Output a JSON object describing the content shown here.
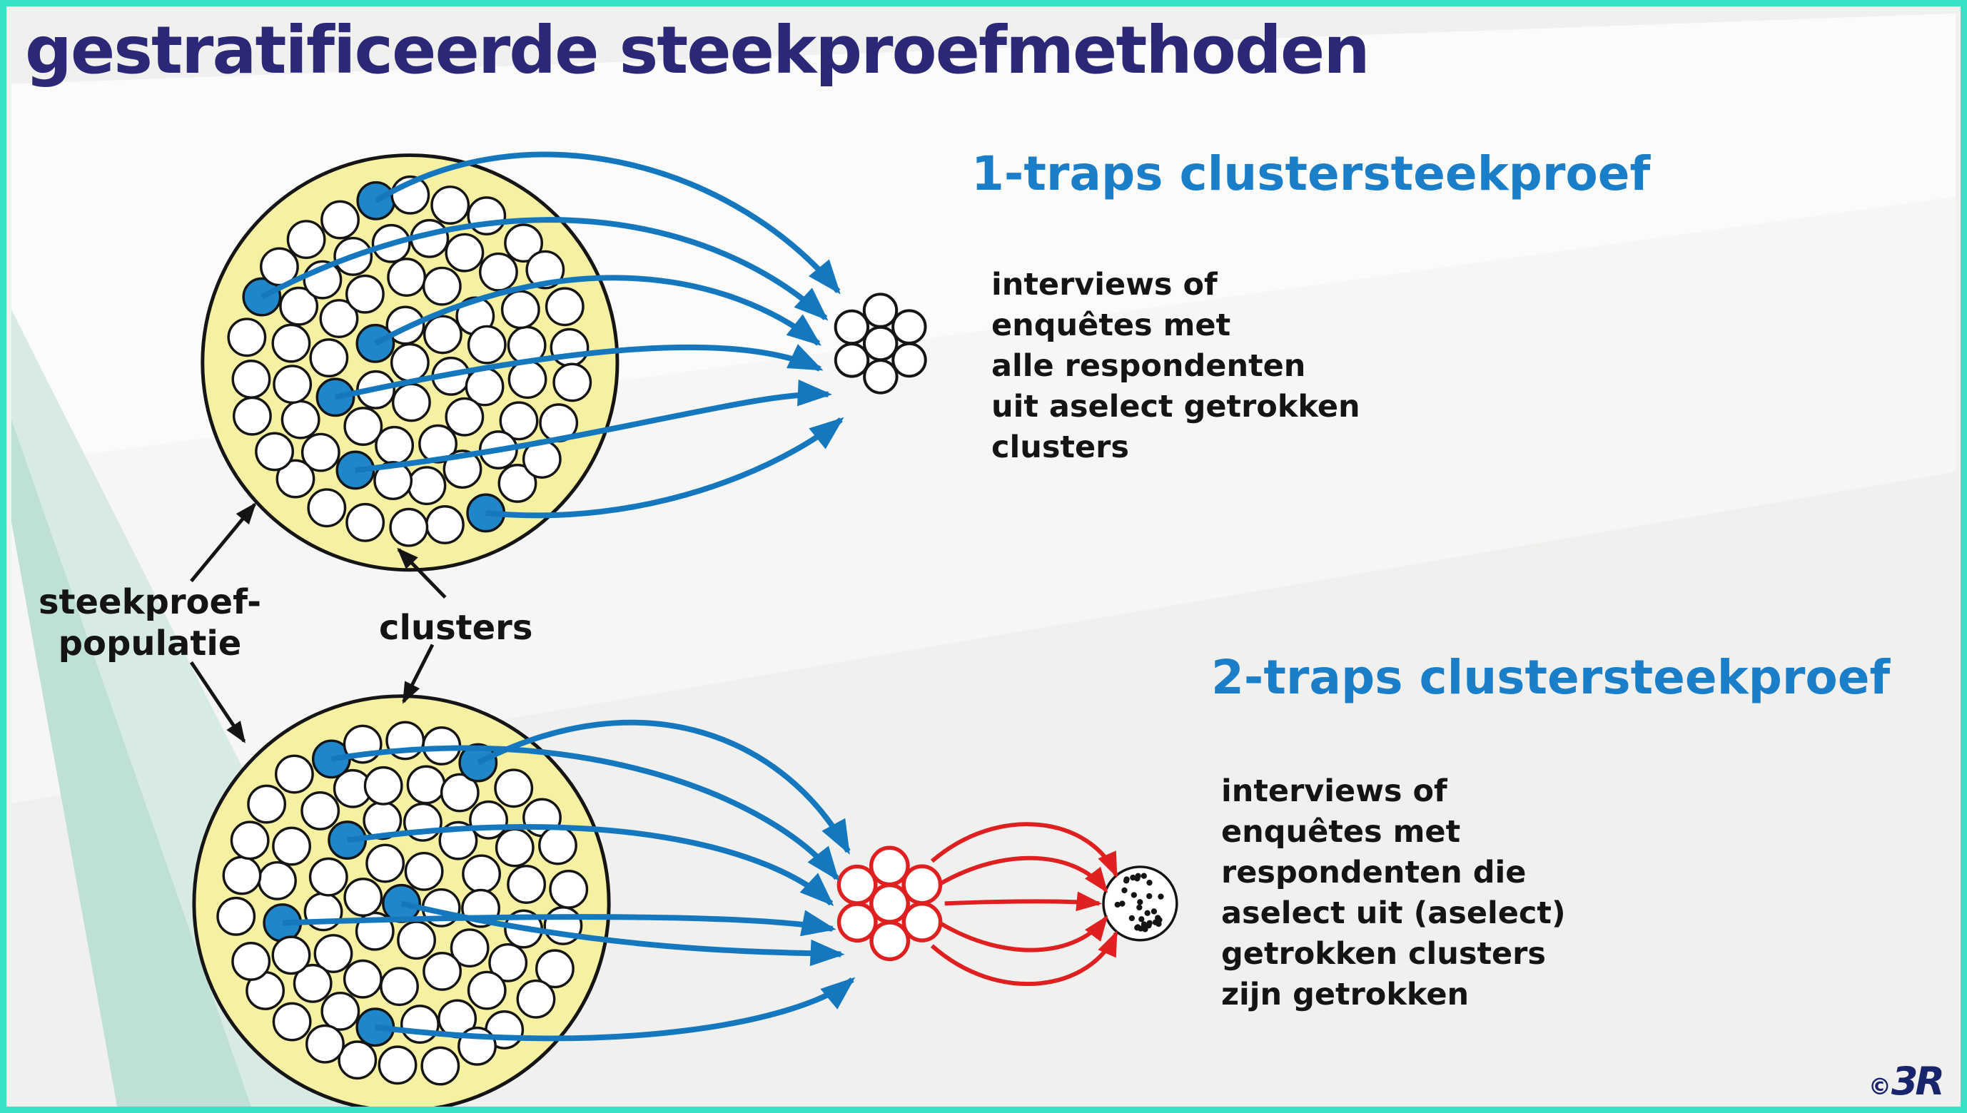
{
  "title": "gestratificeerde steekproefmethoden",
  "labels": {
    "population": [
      "steekproef-",
      "populatie"
    ],
    "clusters": "clusters"
  },
  "sections": {
    "one_stage": {
      "heading": "1-traps clustersteekproef",
      "description_lines": [
        "interviews of",
        "enquêtes met",
        "alle respondenten",
        "uit aselect getrokken",
        "clusters"
      ]
    },
    "two_stage": {
      "heading": "2-traps clustersteekproef",
      "description_lines": [
        "interviews of",
        "enquêtes met",
        "respondenten die",
        "aselect uit (aselect)",
        "getrokken clusters",
        "zijn getrokken"
      ]
    }
  },
  "logo": {
    "copyright": "©",
    "brand": "3R"
  },
  "colors": {
    "frame_teal": "#38e2c4",
    "title_navy": "#2b2878",
    "heading_blue": "#1a7ec9",
    "population_yellow": "#f6f0a2",
    "selected_cluster_blue": "#1f86c9",
    "arrow_blue": "#1578be",
    "stage_two_red": "#df2020",
    "text_black": "#141414"
  },
  "diagram": {
    "populations": 2,
    "selected_clusters_per_population": 6,
    "sample_cluster_size": 7
  }
}
